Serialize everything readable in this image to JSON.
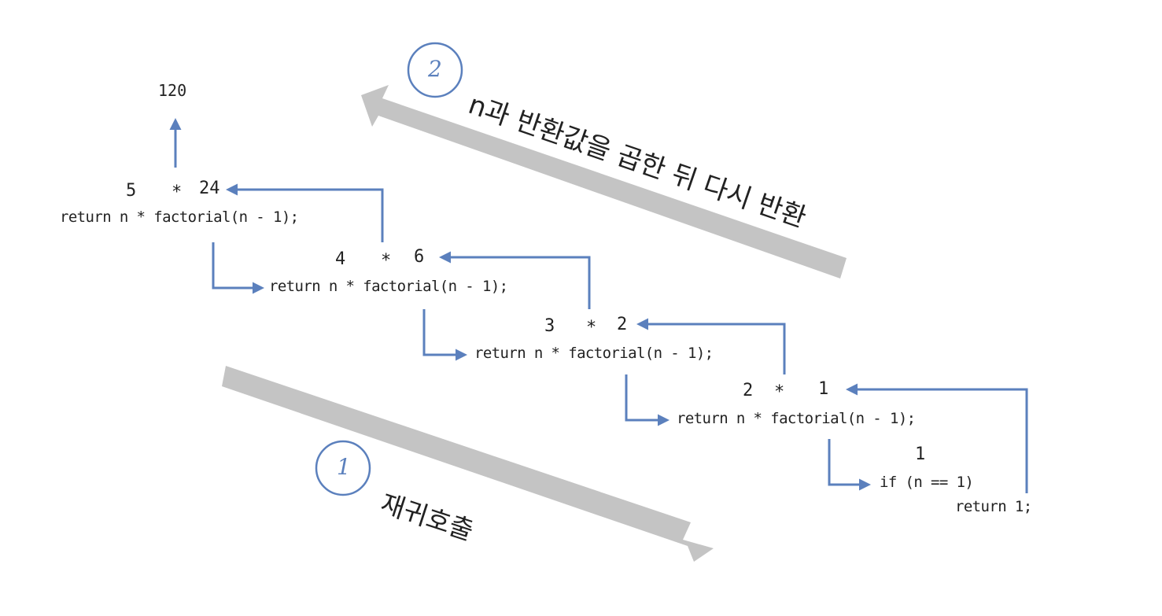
{
  "colors": {
    "connector": "#5b80bd",
    "flow_arrow": "#c4c4c4",
    "circle": "#5b80bd",
    "text": "#222222"
  },
  "result": "120",
  "frames": [
    {
      "n": "5",
      "op": "*",
      "value": "24",
      "code": "return n * factorial(n - 1);"
    },
    {
      "n": "4",
      "op": "*",
      "value": "6",
      "code": "return n * factorial(n - 1);"
    },
    {
      "n": "3",
      "op": "*",
      "value": "2",
      "code": "return n * factorial(n - 1);"
    },
    {
      "n": "2",
      "op": "*",
      "value": "1",
      "code": "return n * factorial(n - 1);"
    }
  ],
  "base_case": {
    "value": "1",
    "condition": "if (n == 1)",
    "return_stmt": "return 1;"
  },
  "step_recursive_call": {
    "number": "1",
    "label": "재귀호출"
  },
  "step_return": {
    "number": "2",
    "label": "n과 반환값을 곱한 뒤 다시 반환"
  }
}
